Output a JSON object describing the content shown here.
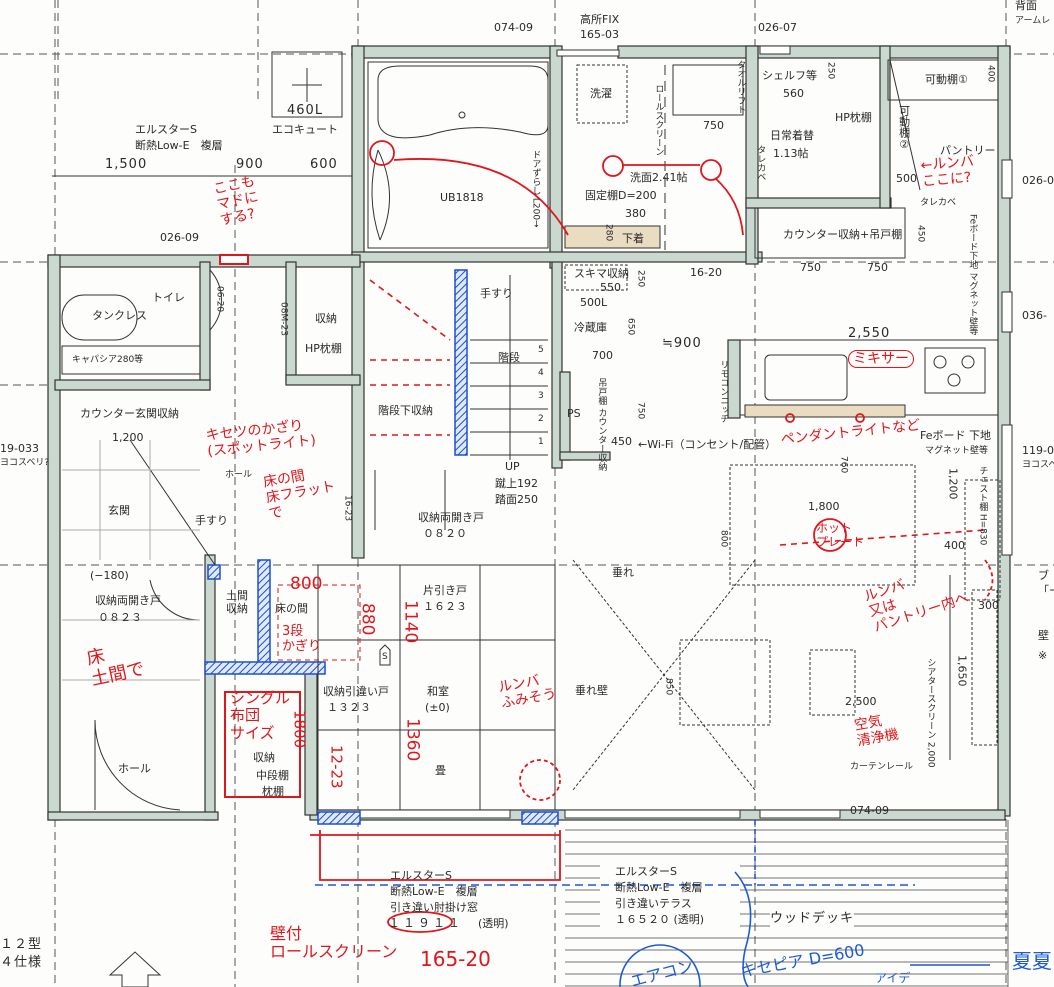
{
  "windows": {
    "w_top_bath": "074-09",
    "w_high_fix": "高所FIX",
    "w_high_fix_code": "165-03",
    "w_closet": "026-07",
    "w_toilet": "026-09",
    "w_right1": "026-0",
    "w_right2": "036-",
    "w_right3": "119-0",
    "w_right3_note": "ヨコスベ",
    "w_left": "19-033",
    "w_left_note": "ヨコスベリ?",
    "w_bottom": "074-09",
    "top_right_note1": "背面",
    "top_right_note2": "アームレ",
    "right_note1": "ブ",
    "right_note2": "「ー",
    "right_note3": "壁",
    "right_note4": "※"
  },
  "exterior": {
    "tank_volume": "460L",
    "tank_name": "エコキュート",
    "window_spec1": "エルスターS",
    "window_spec2": "断熱Low-E　複層",
    "dim_1500": "1,500",
    "dim_900": "900",
    "dim_600": "600",
    "bottom_left1": "１２型",
    "bottom_left2": "４仕様"
  },
  "rooms": {
    "bath": "UB1818",
    "laundry": "洗濯",
    "washroom": "洗面2.41帖",
    "fixed_shelf": "固定棚D=200",
    "underwear": "下着",
    "roll_screen": "ロールスクリーン",
    "towel": "タオルリフト",
    "door_shift": "ドアずらし L200→",
    "shelf": "シェルフ等",
    "hp_shelf": "HP枕棚",
    "daily_clothes": "日常着替",
    "daily_size": "1.13帖",
    "tarekabe1": "タレカベ",
    "movable_shelf1": "可動棚①",
    "movable_shelf2": "可動棚②",
    "pantry": "パントリー",
    "tarekabe2": "タレカベ",
    "counter_storage": "カウンター収納+吊戸棚",
    "fe_board": "Feボード下地 マグネット壁等",
    "gap_storage": "スキマ収納",
    "fridge_size": "500L",
    "fridge": "冷蔵庫",
    "approx_900": "≒900",
    "remote_niche": "リモコンニッチ",
    "ps": "PS",
    "hanging_cabinet": "吊戸棚 カウンター収納",
    "wifi": "←Wi-Fi（コンセント/配管）",
    "fe_board2": "Feボード 下地",
    "magnet_wall": "マグネット壁等",
    "chest_shelf": "チェスト棚 H=830",
    "toilet": "トイレ",
    "tankless": "タンクレス",
    "capacia": "キャパシア280等",
    "closet_storage": "収納",
    "closet_hp": "HP枕棚",
    "entry_counter": "カウンター玄関収納",
    "hall": "ホール",
    "genkan": "玄関",
    "handrail1": "手すり",
    "handrail2": "手すり",
    "stairs": "階段",
    "under_stairs": "階段下収納",
    "up": "UP",
    "riser": "蹴上192",
    "tread": "踏面250",
    "storage_door1": "収納両開き戸",
    "storage_door1_code": "０８２０",
    "minus180": "(−180)",
    "storage_door2": "収納両開き戸",
    "storage_door2_code": "０８２３",
    "doma_storage": "土間\n収納",
    "tokonoma": "床の間",
    "sliding_door": "片引き戸",
    "sliding_door_code": "１６２３",
    "s_mark": "S",
    "storage_slide": "収納引違い戸",
    "storage_slide_code": "１３２３",
    "washitsu": "和室",
    "washitsu_level": "(±0)",
    "tarekabe3": "垂れ壁",
    "tarekabe4": "垂れ",
    "hall2": "ホール",
    "closet2": "収納",
    "mid_shelf": "中段棚",
    "pillow_shelf": "枕棚",
    "tatami": "畳",
    "theater": "シアタースクリーン 2,000",
    "curtain": "カーテンレール",
    "win_b1": "エルスターS",
    "win_b2": "断熱Low-E　複層",
    "win_b3": "引き違い肘掛け窓",
    "win_b4": "１１９１１",
    "win_b5": "(透明)",
    "win_c1": "エルスターS",
    "win_c2": "断熱Low-E　複層",
    "win_c3": "引き違いテラス",
    "win_c4": "１６５２０ (透明)",
    "deck": "ウッドデッキ",
    "door_0620": "06-20",
    "door_08m23": "08M-23",
    "door_1620": "16-20",
    "door_1623": "16-23"
  },
  "dims": {
    "d750a": "750",
    "d380": "380",
    "d280": "280",
    "d560": "560",
    "d250a": "250",
    "d400a": "400",
    "d500": "500",
    "d450a": "450",
    "d750b": "750",
    "d750c": "750",
    "d550": "550",
    "d250b": "250",
    "d650": "650",
    "d700": "700",
    "d2550": "2,550",
    "d750d": "750",
    "d450b": "450",
    "d1200a": "1,200",
    "d1200b": "1,200",
    "d400b": "400",
    "d1800": "1,800",
    "d800": "800",
    "d760": "760",
    "d850": "850",
    "d2500": "2,500",
    "d1650": "1,650",
    "d300": "300",
    "steps": [
      "5",
      "4",
      "3",
      "2",
      "1"
    ]
  },
  "notes_red": {
    "n_window": "ここも\nマドに\nする?",
    "n_season": "キセツのかざり\n(スポットライト)",
    "n_tokonoma": "床の間\n床フラット\nで",
    "n_doma": "床\n土間で",
    "n_futon": "シングル\n布団\nサイズ",
    "n_roomba1": "←ルンバ\nここに?",
    "n_mixer": "ミキサー",
    "n_pendant": "ペンダントライトなど",
    "n_hotplate": "ホット\nプレート",
    "n_roomba2": "ルンバ\n又は\nパントリー内へ",
    "n_air": "空気\n清浄機",
    "n_roomba3": "ルンバ\nふみそう",
    "n_wall_screen": "壁付\nロールスクリーン",
    "n_16520": "165-20",
    "n_1140": "1140",
    "n_1360": "1360",
    "n_800": "800",
    "n_880": "880",
    "n_1800": "1800",
    "n_1223": "12-23",
    "n_3dan": "3段\nかぎり"
  },
  "notes_blue": {
    "b_aircon": "エアコン",
    "b_kisepia": "キセピア D=600",
    "b_sub": "アイデ",
    "b_summer": "夏夏"
  }
}
